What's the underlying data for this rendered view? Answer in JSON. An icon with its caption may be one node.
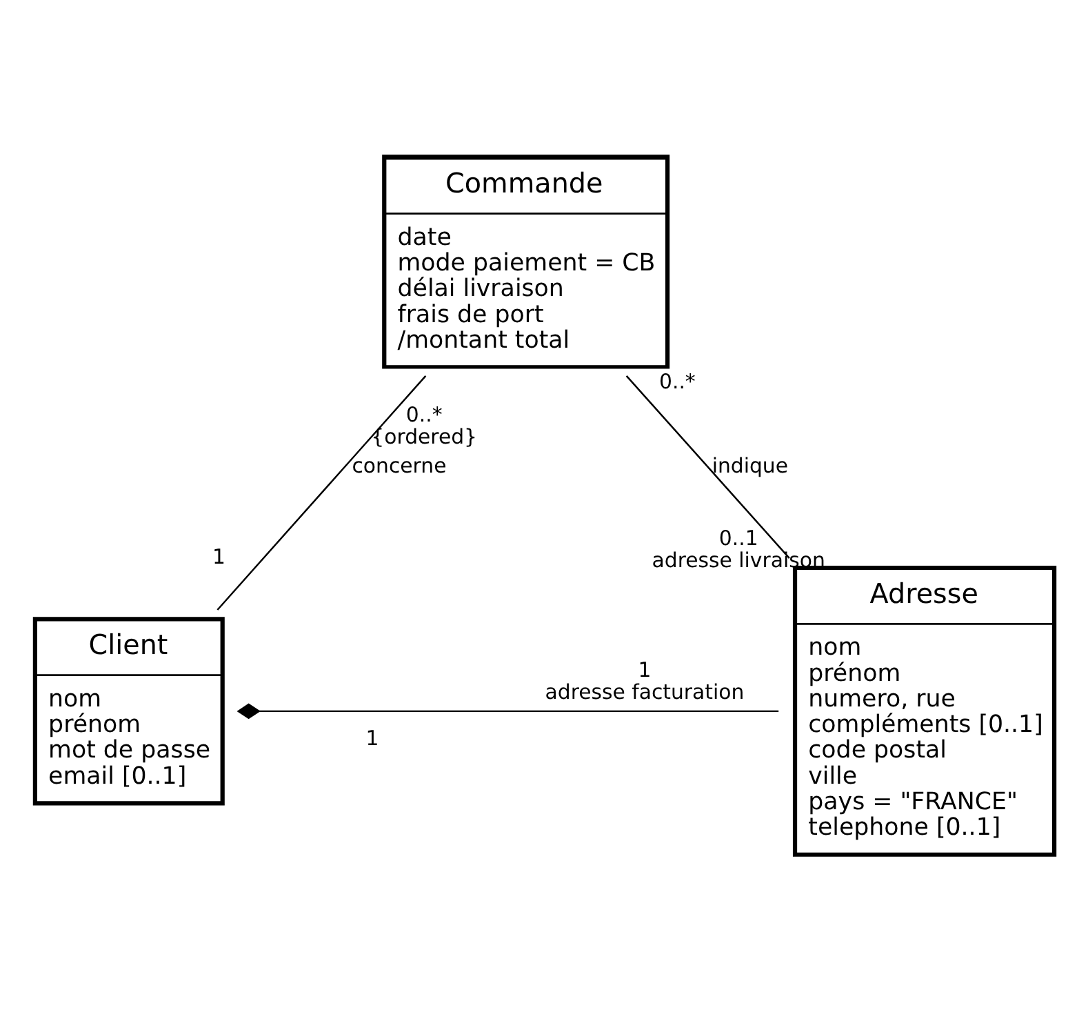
{
  "diagram": {
    "nodes": [
      {
        "text": [
          "Commande",
          "date",
          "mode paiement = CB",
          "délai livraison",
          "frais de port",
          "/montant total"
        ]
      },
      {
        "text": [
          "Adresse",
          "nom",
          "prénom",
          "numero, rue",
          "compléments [0..1]",
          "code postal",
          "ville",
          "pays = \"FRANCE\"",
          "telephone [0..1]"
        ]
      },
      {
        "text": [
          "Client",
          "nom",
          "prénom",
          "mot de passe",
          "email [0..1]"
        ]
      }
    ],
    "edges": [
      {
        "from": 0,
        "to": 1,
        "arrow": "none",
        "label": "indique"
      },
      {
        "from": 0,
        "to": 2,
        "arrow": "none",
        "label": "concerne"
      },
      {
        "from": 2,
        "to": 1,
        "arrow": "other"
      }
    ],
    "labels": [
      "0..*",
      "0..1",
      "adresse livraison",
      "0..*",
      "{ordered}",
      "1",
      "1",
      "1",
      "adresse facturation"
    ]
  }
}
